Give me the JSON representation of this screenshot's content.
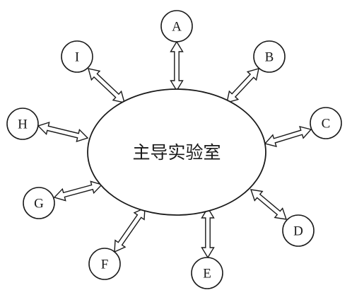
{
  "diagram": {
    "center_label": "主导实验室",
    "nodes": [
      {
        "id": "A",
        "label": "A"
      },
      {
        "id": "B",
        "label": "B"
      },
      {
        "id": "C",
        "label": "C"
      },
      {
        "id": "D",
        "label": "D"
      },
      {
        "id": "E",
        "label": "E"
      },
      {
        "id": "F",
        "label": "F"
      },
      {
        "id": "G",
        "label": "G"
      },
      {
        "id": "H",
        "label": "H"
      },
      {
        "id": "I",
        "label": "I"
      }
    ],
    "connections": [
      {
        "from": "主导实验室",
        "to": "A",
        "direction": "both"
      },
      {
        "from": "主导实验室",
        "to": "B",
        "direction": "both"
      },
      {
        "from": "主导实验室",
        "to": "C",
        "direction": "both"
      },
      {
        "from": "主导实验室",
        "to": "D",
        "direction": "both"
      },
      {
        "from": "主导实验室",
        "to": "E",
        "direction": "both"
      },
      {
        "from": "主导实验室",
        "to": "F",
        "direction": "both"
      },
      {
        "from": "主导实验室",
        "to": "G",
        "direction": "both"
      },
      {
        "from": "主导实验室",
        "to": "H",
        "direction": "both"
      },
      {
        "from": "主导实验室",
        "to": "I",
        "direction": "both"
      }
    ]
  }
}
